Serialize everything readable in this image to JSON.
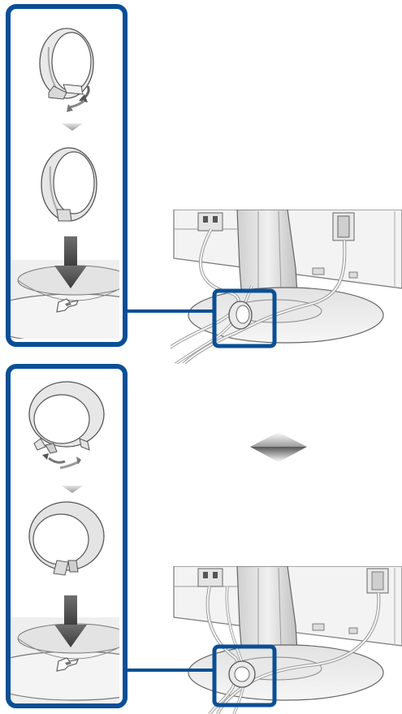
{
  "figure": {
    "steps": [
      {
        "id": "step-1",
        "clip_style": "closed-ring-with-base-tab",
        "panel_images": [
          "clip-open-detach",
          "clip-closed",
          "clip-insert-into-stand-base"
        ],
        "detail_image": "monitor-rear-cables-through-clip"
      },
      {
        "id": "step-2",
        "clip_style": "split-ring-opened",
        "panel_images": [
          "clip-open-ring",
          "clip-closed-ring",
          "clip-insert-into-stand-base"
        ],
        "detail_image": "monitor-rear-cables-bundled-in-clip"
      }
    ],
    "separator_icon": "diamond-gradient-icon",
    "colors": {
      "frame_blue": "#0a4f96",
      "line_gray": "#777777",
      "fill_light": "#ececec",
      "fill_mid": "#d4d4d4",
      "fill_dark": "#9a9a9a",
      "arrow_gray": "#8c8c8c"
    }
  }
}
